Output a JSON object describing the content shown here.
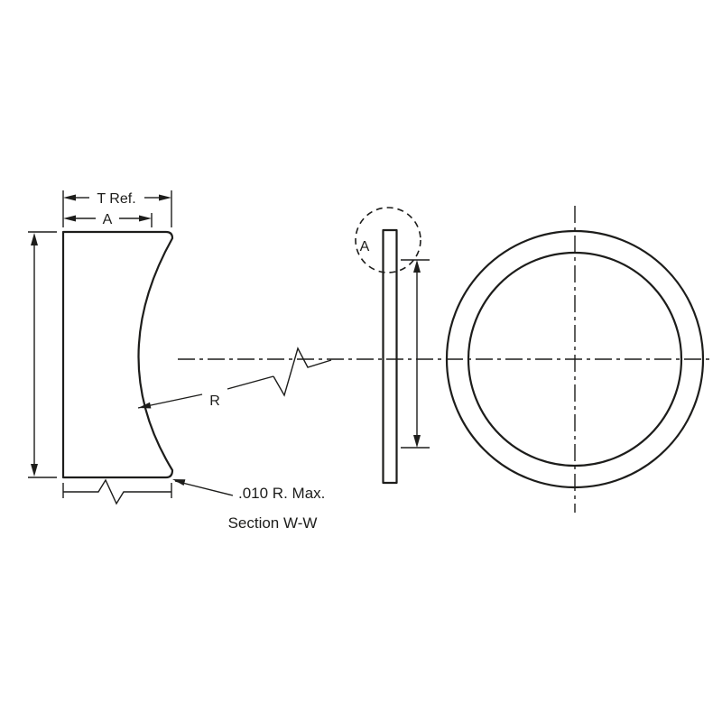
{
  "drawing": {
    "type": "engineering-section-drawing",
    "caption": "Section W-W",
    "labels": {
      "thickness": "T Ref.",
      "width": "A",
      "radius": "R",
      "corner_radius_note": ".010 R. Max.",
      "detail_marker": "A"
    },
    "colors": {
      "line": "#1d1d1b",
      "background": "#ffffff"
    }
  }
}
